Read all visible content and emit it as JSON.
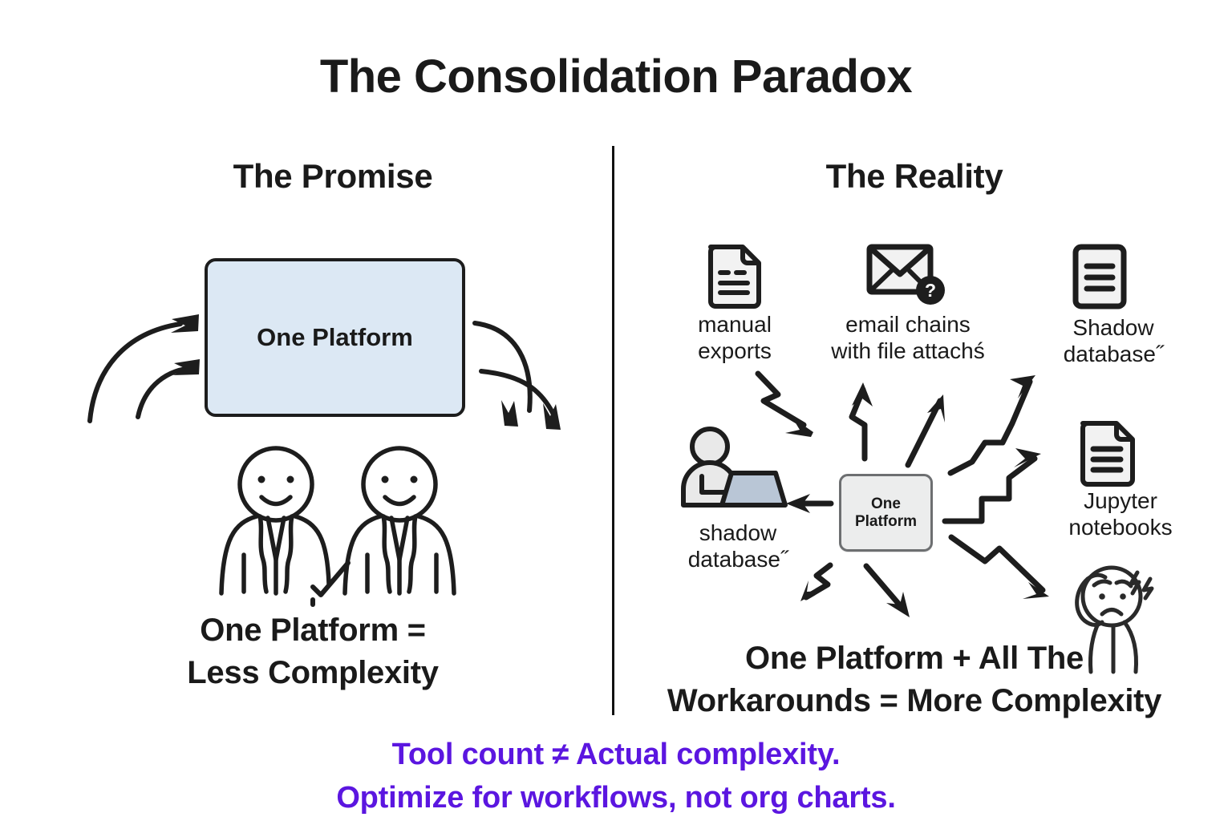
{
  "title": "The Consolidation Paradox",
  "colors": {
    "ink": "#1a1a1a",
    "accent_purple": "#5b16e0",
    "promise_box_fill": "#dce8f4",
    "promise_box_border": "#1d1d1d",
    "reality_box_fill": "#eceded",
    "reality_box_border": "#6d6f71",
    "icon_fill": "#efefef",
    "laptop_screen": "#b9c6d6",
    "background": "#ffffff"
  },
  "left_panel": {
    "heading": "The Promise",
    "box_label": "One Platform",
    "caption_line1": "One Platform =",
    "caption_line2": "Less Complexity",
    "people_count": 2,
    "arrows_in": 2,
    "arrows_out": 2
  },
  "right_panel": {
    "heading": "The Reality",
    "box_label_line1": "One",
    "box_label_line2": "Platform",
    "caption_line1": "One Platform + All The",
    "caption_line2": "Workarounds = More Complexity",
    "workarounds": [
      {
        "icon": "document-icon",
        "label_line1": "manual",
        "label_line2": "exports"
      },
      {
        "icon": "envelope-question-icon",
        "label_line1": "email chains",
        "label_line2": "with file attachś"
      },
      {
        "icon": "lined-document-icon",
        "label_line1": "Shadow",
        "label_line2": "database˝"
      },
      {
        "icon": "person-laptop-icon",
        "label_line1": "shadow",
        "label_line2": "database˝"
      },
      {
        "icon": "notebook-document-icon",
        "label_line1": "Jupyter",
        "label_line2": "notebooks"
      },
      {
        "icon": "stressed-person-icon",
        "label_line1": "",
        "label_line2": ""
      }
    ]
  },
  "footer": {
    "line1": "Tool count ≠ Actual complexity.",
    "line2": "Optimize for workflows, not org charts."
  }
}
